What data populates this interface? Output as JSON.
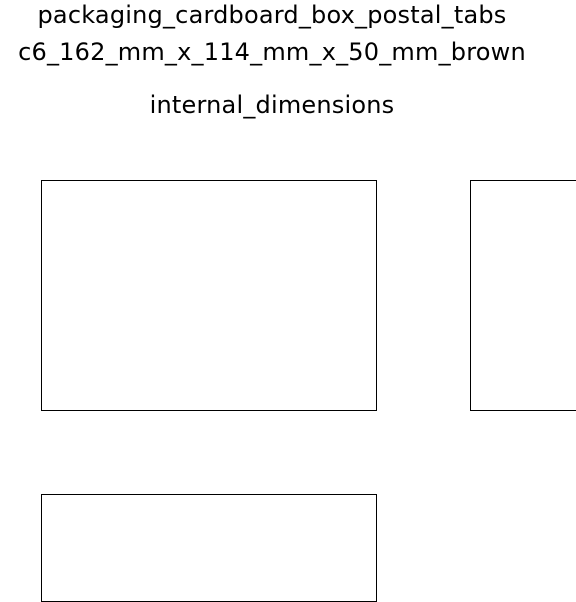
{
  "title": {
    "line1": "packaging_cardboard_box_postal_tabs",
    "line2": "c6_162_mm_x_114_mm_x_50_mm_brown"
  },
  "subtitle": "internal_dimensions",
  "colors": {
    "background": "#ffffff",
    "stroke": "#000000",
    "text": "#000000"
  }
}
